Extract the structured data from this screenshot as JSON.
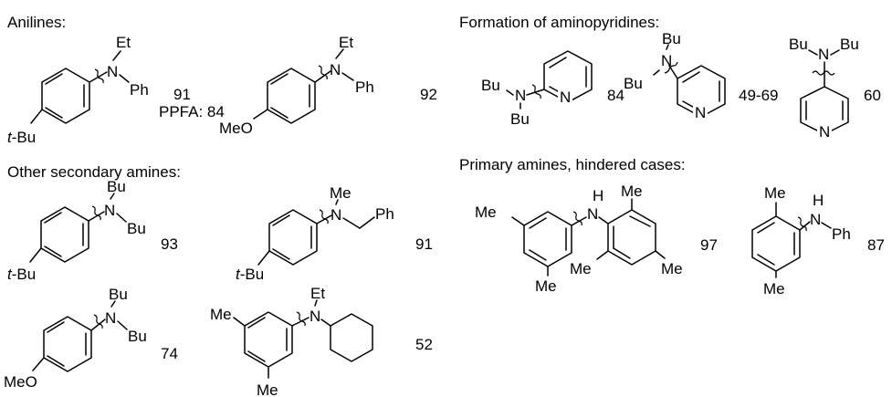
{
  "sections": {
    "anilines": "Anilines:",
    "other_secondary": "Other secondary amines:",
    "aminopyridines": "Formation of aminopyridines:",
    "primary_hindered": "Primary amines, hindered cases:"
  },
  "compounds": [
    {
      "id": "c1",
      "substituent": "t-Bu",
      "n_sub1": "Et",
      "n_sub2": "Ph",
      "yield": "91",
      "yield_alt": "PPFA: 84"
    },
    {
      "id": "c2",
      "substituent": "MeO",
      "n_sub1": "Et",
      "n_sub2": "Ph",
      "yield": "92"
    },
    {
      "id": "c3",
      "substituent": "t-Bu",
      "n_sub1": "Bu",
      "n_sub2": "Bu",
      "yield": "93"
    },
    {
      "id": "c4",
      "substituent": "t-Bu",
      "n_sub1": "Me",
      "n_sub2": "Ph",
      "yield": "91"
    },
    {
      "id": "c5",
      "substituent": "MeO",
      "n_sub1": "Bu",
      "n_sub2": "Bu",
      "yield": "74"
    },
    {
      "id": "c6",
      "substituent": "Me",
      "n_sub1": "Et",
      "yield": "52"
    },
    {
      "id": "c7",
      "n_sub1": "Bu",
      "n_sub2": "Bu",
      "ring_atom": "N",
      "yield": "84"
    },
    {
      "id": "c8",
      "n_sub1": "Bu",
      "n_sub2": "Bu",
      "ring_atom": "N",
      "yield": "49-69"
    },
    {
      "id": "c9",
      "n_sub1": "Bu",
      "n_sub2": "Bu",
      "ring_atom": "N",
      "yield": "60"
    },
    {
      "id": "c10",
      "substituent": "Me",
      "nh": "H",
      "yield": "97"
    },
    {
      "id": "c11",
      "substituent": "Me",
      "nh": "H",
      "n_sub2": "Ph",
      "yield": "87"
    }
  ],
  "atoms": {
    "N": "N",
    "Me": "Me"
  }
}
